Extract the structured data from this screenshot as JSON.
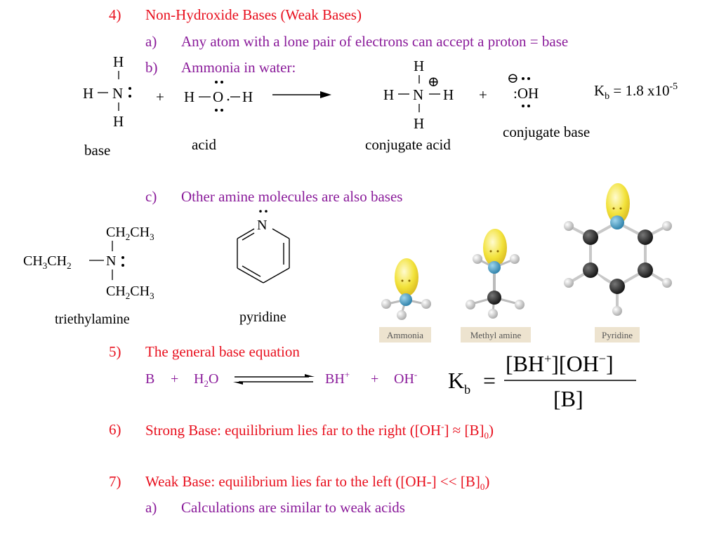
{
  "items": {
    "i4": {
      "num": "4)",
      "text": "Non-Hydroxide Bases (Weak Bases)"
    },
    "i4a": {
      "num": "a)",
      "text": "Any atom with a lone pair of electrons can accept a proton = base"
    },
    "i4b": {
      "num": "b)",
      "text": "Ammonia in water:"
    },
    "i4c": {
      "num": "c)",
      "text": "Other amine molecules are also bases"
    },
    "i5": {
      "num": "5)",
      "text": "The general base equation"
    },
    "i6": {
      "num": "6)",
      "text": "Strong Base: equilibrium lies far to the right  ([OH",
      "sup": "-",
      "mid": "] ≈ [B]",
      "sub": "0",
      "end": ")"
    },
    "i7": {
      "num": "7)",
      "text": "Weak Base: equilibrium lies far to the left  ([OH-] << [B]",
      "sub": "0",
      "end": ")"
    },
    "i7a": {
      "num": "a)",
      "text": "Calculations are similar to weak acids"
    }
  },
  "reaction": {
    "H": "H",
    "N": "N",
    "O": "O",
    "OH": ":OH",
    "plus": "+",
    "charge_plus": "⊕",
    "charge_minus": "⊖",
    "label_base": "base",
    "label_acid": "acid",
    "label_conj_acid": "conjugate acid",
    "label_conj_base": "conjugate base",
    "kb_K": "K",
    "kb_sub": "b",
    "kb_eq": " = 1.8 x10",
    "kb_exp": "-5"
  },
  "amines": {
    "triethylamine": "triethylamine",
    "pyridine": "pyridine",
    "ch2ch3_top": "CH2CH3",
    "ch2ch3_bot": "CH2CH3",
    "ch3ch2": "CH3CH2",
    "N": "N"
  },
  "models": {
    "ammonia": "Ammonia",
    "methyl_amine": "Methyl amine",
    "pyridine": "Pyridine"
  },
  "general_eq": {
    "B": "B",
    "plus": "+",
    "H2O_H": "H",
    "H2O_2": "2",
    "H2O_O": "O",
    "BH": "BH",
    "BH_sup": "+",
    "OH": "OH",
    "OH_sup": "-"
  },
  "kb_formula": {
    "K": "K",
    "sub": "b",
    "eq": "=",
    "num_a": "[BH",
    "num_sup1": "+",
    "num_b": "][OH",
    "num_sup2": "−",
    "num_c": "]",
    "den": "[B]"
  },
  "colors": {
    "red": "#e8101e",
    "purple": "#8a1b9a",
    "lone_pair": "#f2e23a",
    "nitrogen": "#3b9ac4",
    "carbon": "#222222",
    "hydrogen": "#d8d8d8"
  }
}
